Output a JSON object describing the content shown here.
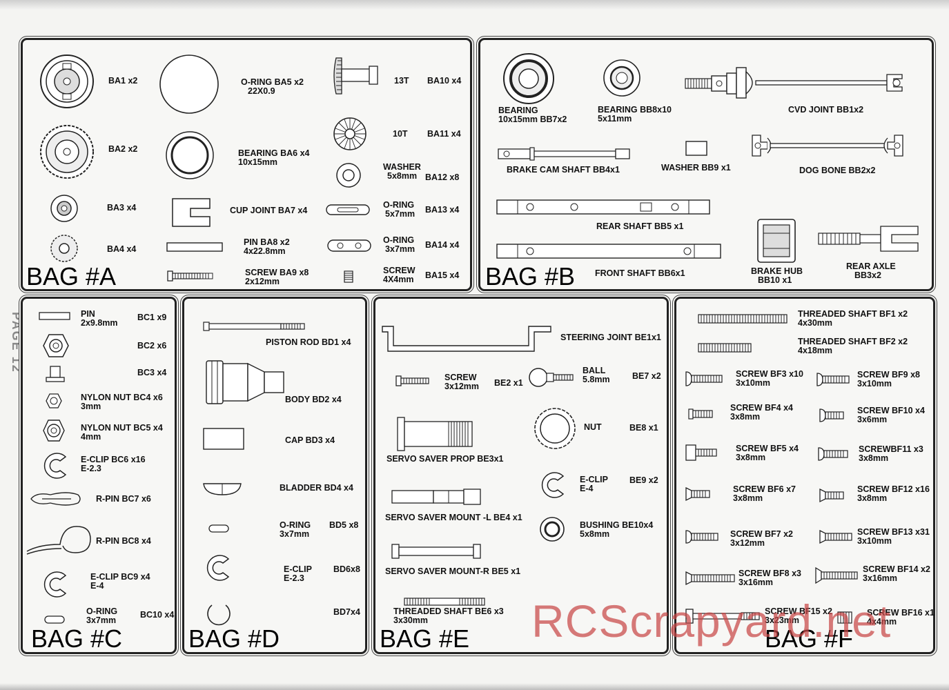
{
  "page_label": "PAGE 12",
  "watermark": "RCScrapyard.net",
  "bags": {
    "a": {
      "title": "BAG #A",
      "parts": {
        "ba1": "BA1  x2",
        "ba2": "BA2  x2",
        "ba3": "BA3  x4",
        "ba4": "BA4  x4",
        "ba5_name": "O-RING  BA5  x2",
        "ba5_size": "22X0.9",
        "ba6_name": "BEARING  BA6  x4",
        "ba6_size": "10x15mm",
        "ba7": "CUP JOINT  BA7  x4",
        "ba8_name": "PIN    BA8  x2",
        "ba8_size": "4x22.8mm",
        "ba9_name": "SCREW  BA9  x8",
        "ba9_size": "2x12mm",
        "ba10_t": "13T",
        "ba10": "BA10  x4",
        "ba11_t": "10T",
        "ba11": "BA11  x4",
        "ba12_name": "WASHER",
        "ba12_size": "5x8mm",
        "ba12": "BA12  x8",
        "ba13_name": "O-RING",
        "ba13_size": "5x7mm",
        "ba13": "BA13  x4",
        "ba14_name": "O-RING",
        "ba14_size": "3x7mm",
        "ba14": "BA14  x4",
        "ba15_name": "SCREW",
        "ba15_size": "4X4mm",
        "ba15": "BA15  x4"
      }
    },
    "b": {
      "title": "BAG #B",
      "parts": {
        "bb7_name": "BEARING",
        "bb7_size": "10x15mm  BB7x2",
        "bb8_name": "BEARING  BB8x10",
        "bb8_size": "5x11mm",
        "bb1": "CVD JOINT     BB1x2",
        "bb4": "BRAKE CAM SHAFT   BB4x1",
        "bb9": "WASHER  BB9 x1",
        "bb2": "DOG BONE   BB2x2",
        "bb5": "REAR SHAFT  BB5 x1",
        "bb6": "FRONT SHAFT  BB6x1",
        "bb10_name": "BRAKE HUB",
        "bb10_code": "BB10  x1",
        "bb3_name": "REAR AXLE",
        "bb3_code": "BB3x2"
      }
    },
    "c": {
      "title": "BAG #C",
      "parts": {
        "bc1_name": "PIN",
        "bc1_size": "2x9.8mm",
        "bc1": "BC1  x9",
        "bc2": "BC2 x6",
        "bc3": "BC3 x4",
        "bc4_name": "NYLON NUT  BC4 x6",
        "bc4_size": "3mm",
        "bc5_name": "NYLON NUT  BC5 x4",
        "bc5_size": "4mm",
        "bc6_name": "E-CLIP      BC6 x16",
        "bc6_size": "E-2.3",
        "bc7": "R-PIN      BC7  x6",
        "bc8": "R-PIN      BC8  x4",
        "bc9_name": "E-CLIP      BC9 x4",
        "bc9_size": "E-4",
        "bc10_name": "O-RING",
        "bc10_size": "3x7mm",
        "bc10": "BC10 x4"
      }
    },
    "d": {
      "title": "BAG #D",
      "parts": {
        "bd1": "PISTON ROD   BD1 x4",
        "bd2": "BODY          BD2 x4",
        "bd3": "CAP           BD3 x4",
        "bd4": "BLADDER   BD4 x4",
        "bd5_name": "O-RING",
        "bd5_size": "3x7mm",
        "bd5": "BD5 x8",
        "bd6_name": "E-CLIP",
        "bd6_size": "E-2.3",
        "bd6": "BD6x8",
        "bd7": "BD7x4"
      }
    },
    "e": {
      "title": "BAG #E",
      "parts": {
        "be1": "STEERING JOINT BE1x1",
        "be2_name": "SCREW",
        "be2_size": "3x12mm",
        "be2": "BE2  x1",
        "be7_name": "BALL",
        "be7_size": "5.8mm",
        "be7": "BE7  x2",
        "be8_name": "NUT",
        "be8": "BE8  x1",
        "be3": "SERVO SAVER PROP BE3x1",
        "be9_name": "E-CLIP",
        "be9_size": "E-4",
        "be9": "BE9  x2",
        "be4": "SERVO SAVER MOUNT -L   BE4   x1",
        "be10_name": "BUSHING   BE10x4",
        "be10_size": "5x8mm",
        "be5": "SERVO SAVER MOUNT-R    BE5   x1",
        "be6_name": "THREADED SHAFT  BE6  x3",
        "be6_size": "3x30mm"
      }
    },
    "f": {
      "title": "BAG #F",
      "parts": {
        "bf1_name": "THREADED SHAFT  BF1   x2",
        "bf1_size": "4x30mm",
        "bf2_name": "THREADED SHAFT  BF2   x2",
        "bf2_size": "4x18mm",
        "bf3_name": "SCREW  BF3   x10",
        "bf3_size": "3x10mm",
        "bf9_name": "SCREW BF9   x8",
        "bf9_size": "3x10mm",
        "bf4_name": "SCREW  BF4  x4",
        "bf4_size": "3x8mm",
        "bf10_name": "SCREW BF10 x4",
        "bf10_size": "3x6mm",
        "bf5_name": "SCREW  BF5  x4",
        "bf5_size": "3x8mm",
        "bf11_name": "SCREWBF11  x3",
        "bf11_size": "3x8mm",
        "bf6_name": "SCREW  BF6    x7",
        "bf6_size": "3x8mm",
        "bf12_name": "SCREW BF12 x16",
        "bf12_size": "3x8mm",
        "bf7_name": "SCREW  BF7   x2",
        "bf7_size": "3x12mm",
        "bf13_name": "SCREW BF13 x31",
        "bf13_size": "3x10mm",
        "bf8_name": "SCREW  BF8   x3",
        "bf8_size": "3x16mm",
        "bf14_name": "SCREW   BF14 x2",
        "bf14_size": "3x16mm",
        "bf15_name": "SCREW  BF15 x2",
        "bf15_size": "3x23mm",
        "bf16_name": "SCREW  BF16 x1",
        "bf16_size": "4x4mm"
      }
    }
  }
}
